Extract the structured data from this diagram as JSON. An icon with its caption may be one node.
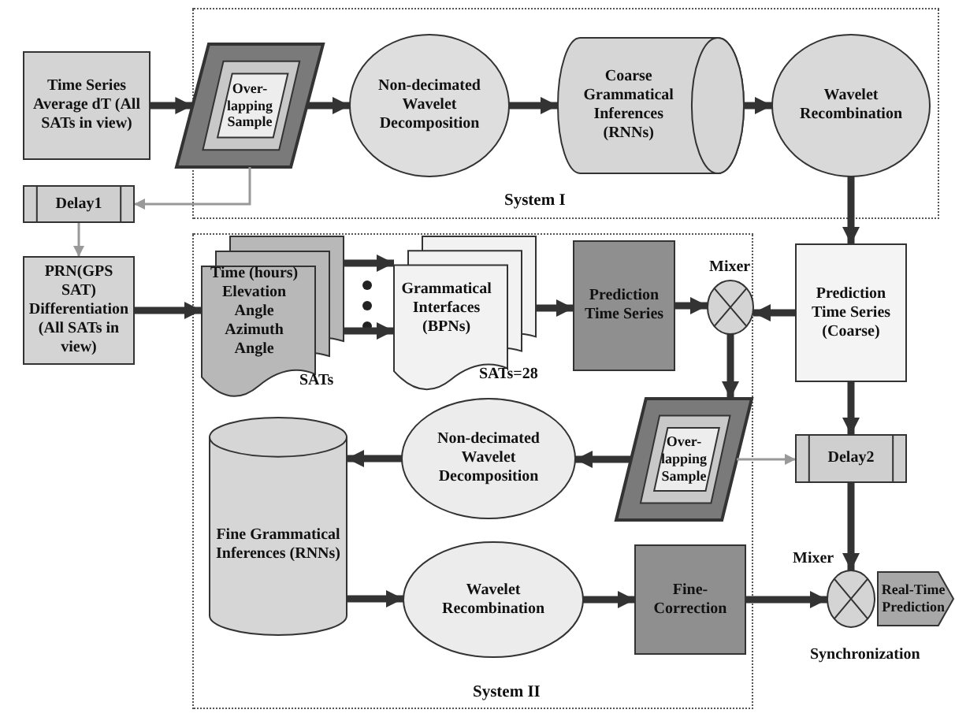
{
  "diagram": {
    "nodes": [
      {
        "text": [
          "System I"
        ]
      },
      {
        "text": [
          "Time Series Average dT (All SATs in view)"
        ]
      },
      {
        "text": [
          "Over-lapping Sample"
        ],
        "in": 0
      },
      {
        "text": [
          "Non-decimated Wavelet Decomposition"
        ],
        "in": 0
      },
      {
        "text": [
          "Coarse Grammatical Inferences (RNNs)"
        ],
        "in": 0
      },
      {
        "text": [
          "Wavelet Recombination"
        ],
        "in": 0
      },
      {
        "text": [
          "Delay1"
        ]
      },
      {
        "text": [
          "PRN(GPS SAT) Differentiation (All SATs in view)"
        ]
      },
      {
        "text": [
          "System II"
        ]
      },
      {
        "text": [
          "Time (hours) Elevation Angle Azimuth Angle"
        ],
        "beside": [
          "SATs"
        ],
        "in": 8
      },
      {
        "text": [
          "Grammatical Interfaces (BPNs)"
        ],
        "beside": [
          "SATs=28"
        ],
        "in": 8
      },
      {
        "text": [
          "Prediction Time Series"
        ],
        "in": 8
      },
      {
        "text": [],
        "shape": "circle",
        "beside": [
          "Mixer"
        ],
        "in": 8
      },
      {
        "text": [
          "Prediction Time Series (Coarse)"
        ]
      },
      {
        "text": [
          "Over-lapping Sample"
        ],
        "in": 8
      },
      {
        "text": [
          "Non-decimated Wavelet Decomposition"
        ],
        "in": 8
      },
      {
        "text": [
          "Fine Grammatical Inferences (RNNs)"
        ],
        "in": 8
      },
      {
        "text": [
          "Wavelet Recombination"
        ],
        "in": 8
      },
      {
        "text": [
          "Fine-Correction"
        ],
        "in": 8
      },
      {
        "text": [
          "Delay2"
        ]
      },
      {
        "text": [],
        "shape": "circle",
        "beside": [
          "Mixer",
          "Synchronization"
        ]
      },
      {
        "text": [
          "Real-Time Prediction"
        ]
      }
    ],
    "edges": [
      {
        "from": 1,
        "to": 2,
        "arrow": "to"
      },
      {
        "from": 2,
        "to": 3,
        "arrow": "to"
      },
      {
        "from": 3,
        "to": 4,
        "arrow": "to"
      },
      {
        "from": 4,
        "to": 5,
        "arrow": "to"
      },
      {
        "from": 5,
        "to": 13,
        "arrow": "to"
      },
      {
        "from": 2,
        "to": 6,
        "arrow": "to",
        "color": "#999999"
      },
      {
        "from": 6,
        "to": 7,
        "arrow": "to",
        "color": "#999999"
      },
      {
        "from": 7,
        "to": 9,
        "arrow": "to"
      },
      {
        "from": 9,
        "to": 10,
        "arrow": "to"
      },
      {
        "from": 9,
        "to": 10,
        "arrow": "to"
      },
      {
        "from": 10,
        "to": 11,
        "arrow": "to"
      },
      {
        "from": 11,
        "to": 12,
        "arrow": "to"
      },
      {
        "from": 13,
        "to": 12,
        "arrow": "to"
      },
      {
        "from": 12,
        "to": 14,
        "arrow": "to"
      },
      {
        "from": 14,
        "to": 15,
        "arrow": "to"
      },
      {
        "from": 15,
        "to": 16,
        "arrow": "to"
      },
      {
        "from": 16,
        "to": 17,
        "arrow": "to"
      },
      {
        "from": 17,
        "to": 18,
        "arrow": "to"
      },
      {
        "from": 18,
        "to": 20,
        "arrow": "to"
      },
      {
        "from": 13,
        "to": 19,
        "arrow": "to"
      },
      {
        "from": 14,
        "to": 19,
        "arrow": "to",
        "color": "#999999"
      },
      {
        "from": 19,
        "to": 20,
        "arrow": "to"
      }
    ]
  }
}
